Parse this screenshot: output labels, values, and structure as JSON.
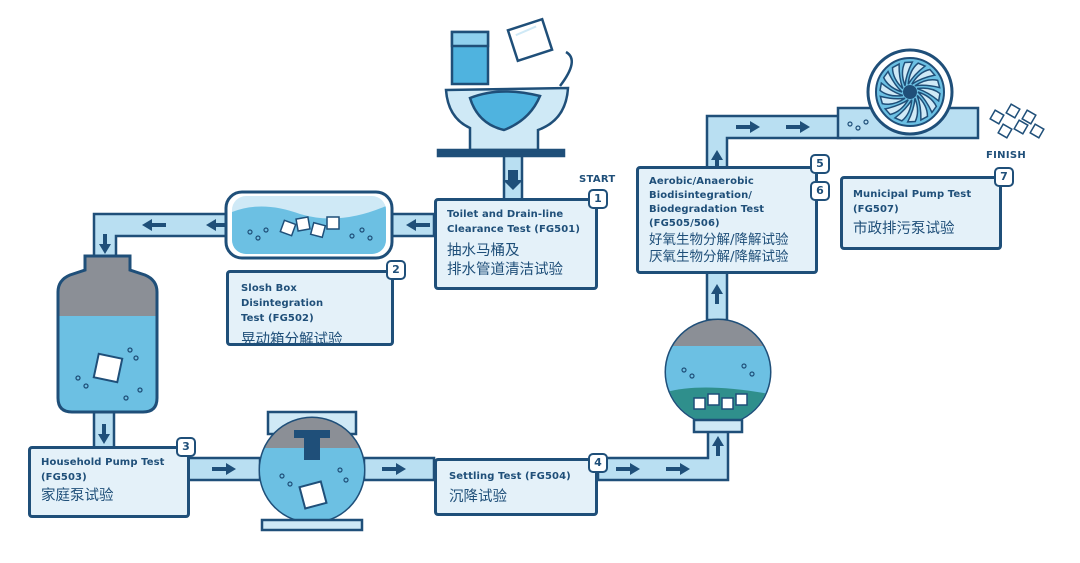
{
  "labels": {
    "start": "START",
    "finish": "FINISH"
  },
  "steps": [
    {
      "num": "1",
      "en_lines": [
        "Toilet and Drain-line",
        "Clearance Test (FG501)"
      ],
      "zh_lines": [
        "抽水马桶及",
        "排水管道清洁试验"
      ]
    },
    {
      "num": "2",
      "en_lines": [
        "Slosh Box Disintegration",
        "Test (FG502)"
      ],
      "zh_lines": [
        "晃动箱分解试验"
      ]
    },
    {
      "num": "3",
      "en_lines": [
        "Household Pump Test",
        "(FG503)"
      ],
      "zh_lines": [
        "家庭泵试验"
      ]
    },
    {
      "num": "4",
      "en_lines": [
        "Settling Test (FG504)"
      ],
      "zh_lines": [
        "沉降试验"
      ]
    },
    {
      "num": "5",
      "num_b": "6",
      "en_lines": [
        "Aerobic/Anaerobic",
        "Biodisintegration/",
        "Biodegradation Test",
        "(FG505/506)"
      ],
      "zh_lines": [
        "好氧生物分解/降解试验",
        "厌氧生物分解/降解试验"
      ]
    },
    {
      "num": "7",
      "en_lines": [
        "Municipal Pump Test",
        "(FG507)"
      ],
      "zh_lines": [
        "市政排污泵试验"
      ]
    }
  ],
  "colors": {
    "dark_blue": "#1f4f79",
    "pipe_fill": "#b9dff2",
    "water": "#6cc0e3",
    "sludge": "#8b8f96",
    "box_fill": "#e4f1f9"
  },
  "icons": [
    "toilet-icon",
    "wipe-icon",
    "slosh-box-icon",
    "household-pump-icon",
    "settling-tank-icon",
    "bioreactor-icon",
    "municipal-pump-icon",
    "wipe-fragments-icon"
  ]
}
